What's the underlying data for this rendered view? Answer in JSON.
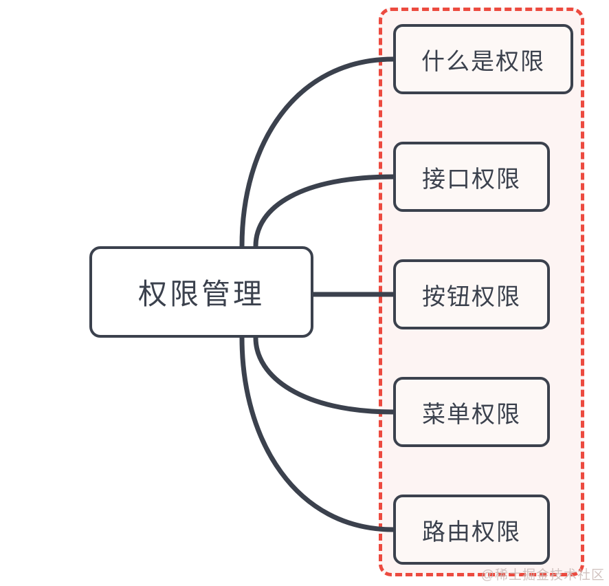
{
  "diagram": {
    "type": "mind-map",
    "title": "权限管理",
    "root": {
      "label": "权限管理"
    },
    "group": {
      "name": "permission-types-group",
      "border_style": "dashed",
      "border_color": "#ec4a3f",
      "fill_color": "#fdf4f3"
    },
    "children": [
      {
        "label": "什么是权限"
      },
      {
        "label": "接口权限"
      },
      {
        "label": "按钮权限"
      },
      {
        "label": "菜单权限"
      },
      {
        "label": "路由权限"
      }
    ],
    "colors": {
      "node_border": "#3b414d",
      "node_fill": "#fdf8f6",
      "root_fill": "#ffffff",
      "connector": "#3b414d",
      "accent_red": "#ec4a3f",
      "background": "#ffffff"
    }
  },
  "watermark": {
    "text": "@稀土掘金技术社区"
  }
}
